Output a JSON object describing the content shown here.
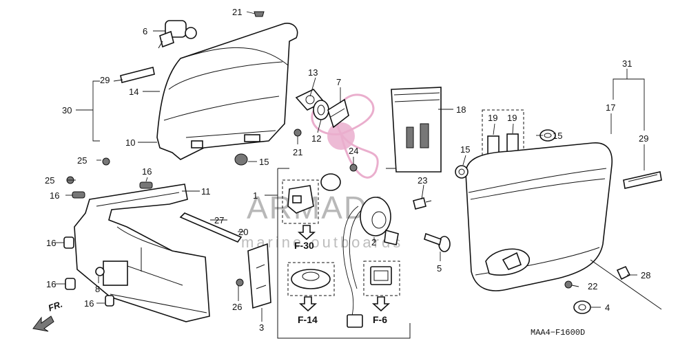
{
  "callouts": [
    {
      "id": "c1",
      "text": "1"
    },
    {
      "id": "c2",
      "text": "2"
    },
    {
      "id": "c3",
      "text": "3"
    },
    {
      "id": "c4",
      "text": "4"
    },
    {
      "id": "c5",
      "text": "5"
    },
    {
      "id": "c6",
      "text": "6"
    },
    {
      "id": "c7",
      "text": "7"
    },
    {
      "id": "c8",
      "text": "8"
    },
    {
      "id": "c10",
      "text": "10"
    },
    {
      "id": "c11",
      "text": "11"
    },
    {
      "id": "c12",
      "text": "12"
    },
    {
      "id": "c13",
      "text": "13"
    },
    {
      "id": "c14",
      "text": "14"
    },
    {
      "id": "c15a",
      "text": "15"
    },
    {
      "id": "c15b",
      "text": "15"
    },
    {
      "id": "c15c",
      "text": "15"
    },
    {
      "id": "c16a",
      "text": "16"
    },
    {
      "id": "c16b",
      "text": "16"
    },
    {
      "id": "c16c",
      "text": "16"
    },
    {
      "id": "c16d",
      "text": "16"
    },
    {
      "id": "c16e",
      "text": "16"
    },
    {
      "id": "c17",
      "text": "17"
    },
    {
      "id": "c18",
      "text": "18"
    },
    {
      "id": "c19a",
      "text": "19"
    },
    {
      "id": "c19b",
      "text": "19"
    },
    {
      "id": "c20",
      "text": "20"
    },
    {
      "id": "c21a",
      "text": "21"
    },
    {
      "id": "c21b",
      "text": "21"
    },
    {
      "id": "c22",
      "text": "22"
    },
    {
      "id": "c23",
      "text": "23"
    },
    {
      "id": "c24",
      "text": "24"
    },
    {
      "id": "c25a",
      "text": "25"
    },
    {
      "id": "c25b",
      "text": "25"
    },
    {
      "id": "c26",
      "text": "26"
    },
    {
      "id": "c27",
      "text": "27"
    },
    {
      "id": "c28",
      "text": "28"
    },
    {
      "id": "c29a",
      "text": "29"
    },
    {
      "id": "c29b",
      "text": "29"
    },
    {
      "id": "c30",
      "text": "30"
    },
    {
      "id": "c31",
      "text": "31"
    }
  ],
  "references": {
    "f30": "F-30",
    "f14": "F-14",
    "f6": "F-6"
  },
  "front_label": "FR.",
  "diagram_code": "MAA4−F1600D",
  "watermark": {
    "brand": "ARMADA",
    "tagline": "marine outboards",
    "accent": "#e8a6c8"
  }
}
